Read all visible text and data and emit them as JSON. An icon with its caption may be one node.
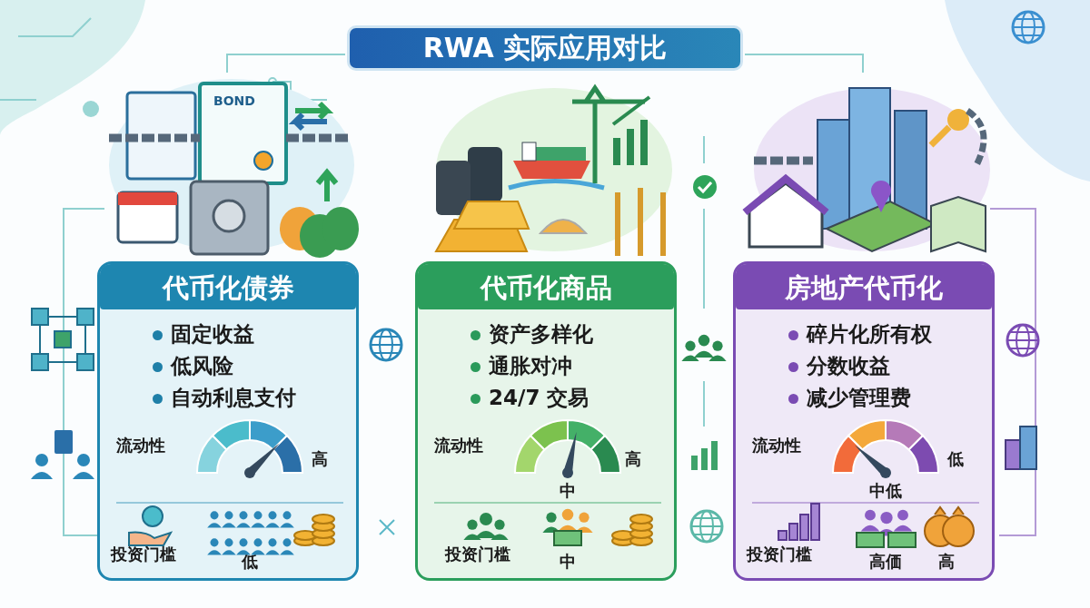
{
  "diagram": {
    "title": "RWA 实际应用对比",
    "nodes": [
      {
        "text": [
          "代币化债券",
          "固定收益",
          "低风险",
          "自动利息支付",
          "流动性",
          "高",
          "投资门槛",
          "低"
        ]
      },
      {
        "text": [
          "代币化商品",
          "资产多样化",
          "通胀对冲",
          "24/7 交易",
          "流动性",
          "中",
          "高",
          "投资门槛",
          "中"
        ]
      },
      {
        "text": [
          "房地产代币化",
          "碎片化所有权",
          "分数收益",
          "减少管理费",
          "流动性",
          "中低",
          "低",
          "投资门槛",
          "高価",
          "高"
        ]
      }
    ],
    "labels": [
      "BOND"
    ]
  }
}
